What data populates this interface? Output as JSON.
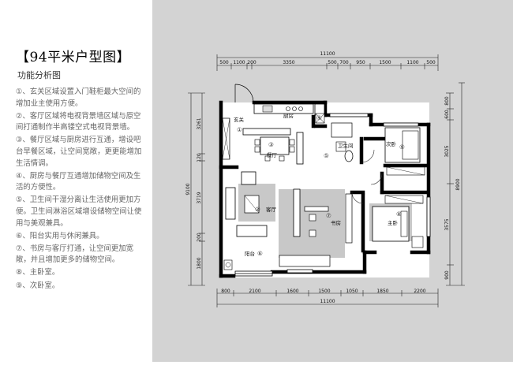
{
  "title": "【94平米户型图】",
  "subtitle": "功能分析图",
  "notes": [
    "①、玄关区域设置入门鞋柜最大空间的增加业主使用方便。",
    "②、客厅区域将电视背景墙区域与原空间打通制作半高镂空式电视背景墙。",
    "③、餐厅区域与厨房进行互通，增设吧台早餐区域，让空间宽敞，更更能增加生活情调。",
    "④、厨房与餐厅互通增加储物空间及生活的方便性。",
    "⑤、卫生间干湿分离让生活使用更加方便。卫生间淋浴区域增设储物空间让使用与美观兼具。",
    "⑥、阳台实用与休闲兼具。",
    "⑦、书房与客厅打通，让空间更加宽敞，并且增加更多的储物空间。",
    "⑧、主卧室。",
    "⑨、次卧室。"
  ],
  "dimensions": {
    "top_total": "11100",
    "top": [
      "500",
      "1100",
      "200",
      "3350",
      "500",
      "700",
      "950",
      "1500",
      "1100",
      "500"
    ],
    "bottom_total": "11100",
    "bottom": [
      "800",
      "2100",
      "1600",
      "1500",
      "1050",
      "1850",
      "2200"
    ],
    "left_total": "9100",
    "left": [
      "3261",
      "120",
      "3719",
      "200",
      "1800"
    ],
    "right_total": "8900",
    "right_top": [
      "800",
      "600"
    ],
    "right": [
      "3025",
      "3575",
      "900"
    ]
  },
  "rooms": {
    "entry": "玄关",
    "kitchen": "厨房",
    "dining": "餐厅",
    "bath": "卫生间",
    "second_bed": "次卧",
    "living": "客厅",
    "study": "书房",
    "master": "主卧",
    "balcony": "阳台"
  },
  "markers": {
    "entry": "①",
    "living": "②",
    "dining": "③",
    "kitchen": "④",
    "bath": "⑤",
    "balcony": "⑥",
    "study": "⑦",
    "master": "⑧",
    "second_bed": "⑨"
  }
}
